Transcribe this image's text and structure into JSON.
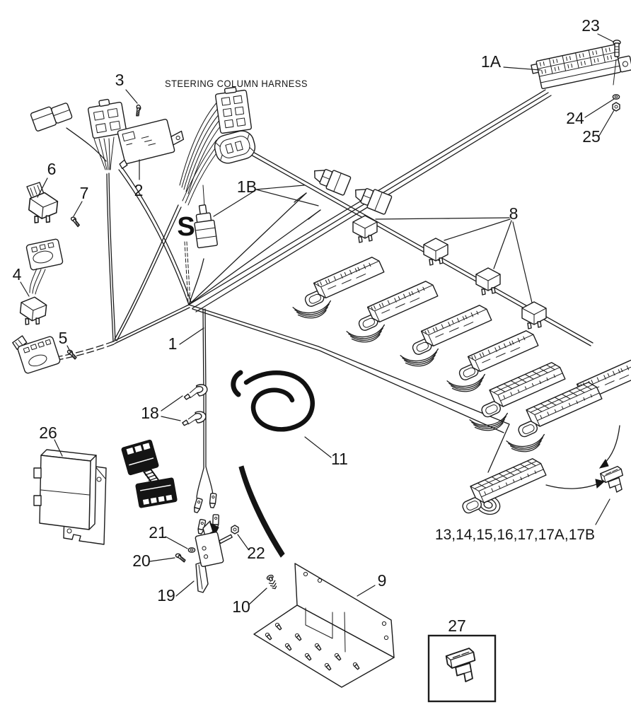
{
  "diagram": {
    "title": "STEERING COLUMN HARNESS",
    "figure_type": "exploded wiring harness parts diagram",
    "splice_marker": "S",
    "callouts": [
      {
        "label": "3"
      },
      {
        "label": "2"
      },
      {
        "label": "6"
      },
      {
        "label": "7"
      },
      {
        "label": "4"
      },
      {
        "label": "5"
      },
      {
        "label": "1"
      },
      {
        "label": "1A"
      },
      {
        "label": "1B"
      },
      {
        "label": "23"
      },
      {
        "label": "24"
      },
      {
        "label": "25"
      },
      {
        "label": "8"
      },
      {
        "label": "11"
      },
      {
        "label": "18"
      },
      {
        "label": "26"
      },
      {
        "label": "21"
      },
      {
        "label": "20"
      },
      {
        "label": "19"
      },
      {
        "label": "22"
      },
      {
        "label": "10"
      },
      {
        "label": "9"
      },
      {
        "label": "27"
      },
      {
        "label": "13,14,15,16,17,17A,17B"
      }
    ]
  }
}
